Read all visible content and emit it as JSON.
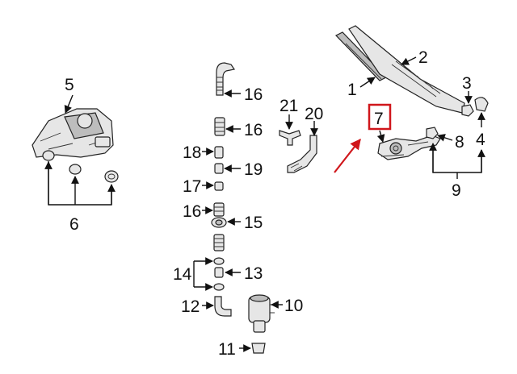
{
  "colors": {
    "highlight": "#d0161b",
    "ink": "#111111",
    "part_fill": "#e6e6e6"
  },
  "labels": {
    "p1": "1",
    "p2": "2",
    "p3": "3",
    "p4": "4",
    "p5": "5",
    "p6": "6",
    "p7": "7",
    "p8": "8",
    "p9": "9",
    "p10": "10",
    "p11": "11",
    "p12": "12",
    "p13": "13",
    "p14": "14",
    "p15": "15",
    "p16a": "16",
    "p16b": "16",
    "p16c": "16",
    "p17": "17",
    "p18": "18",
    "p19": "19",
    "p20": "20",
    "p21": "21"
  }
}
